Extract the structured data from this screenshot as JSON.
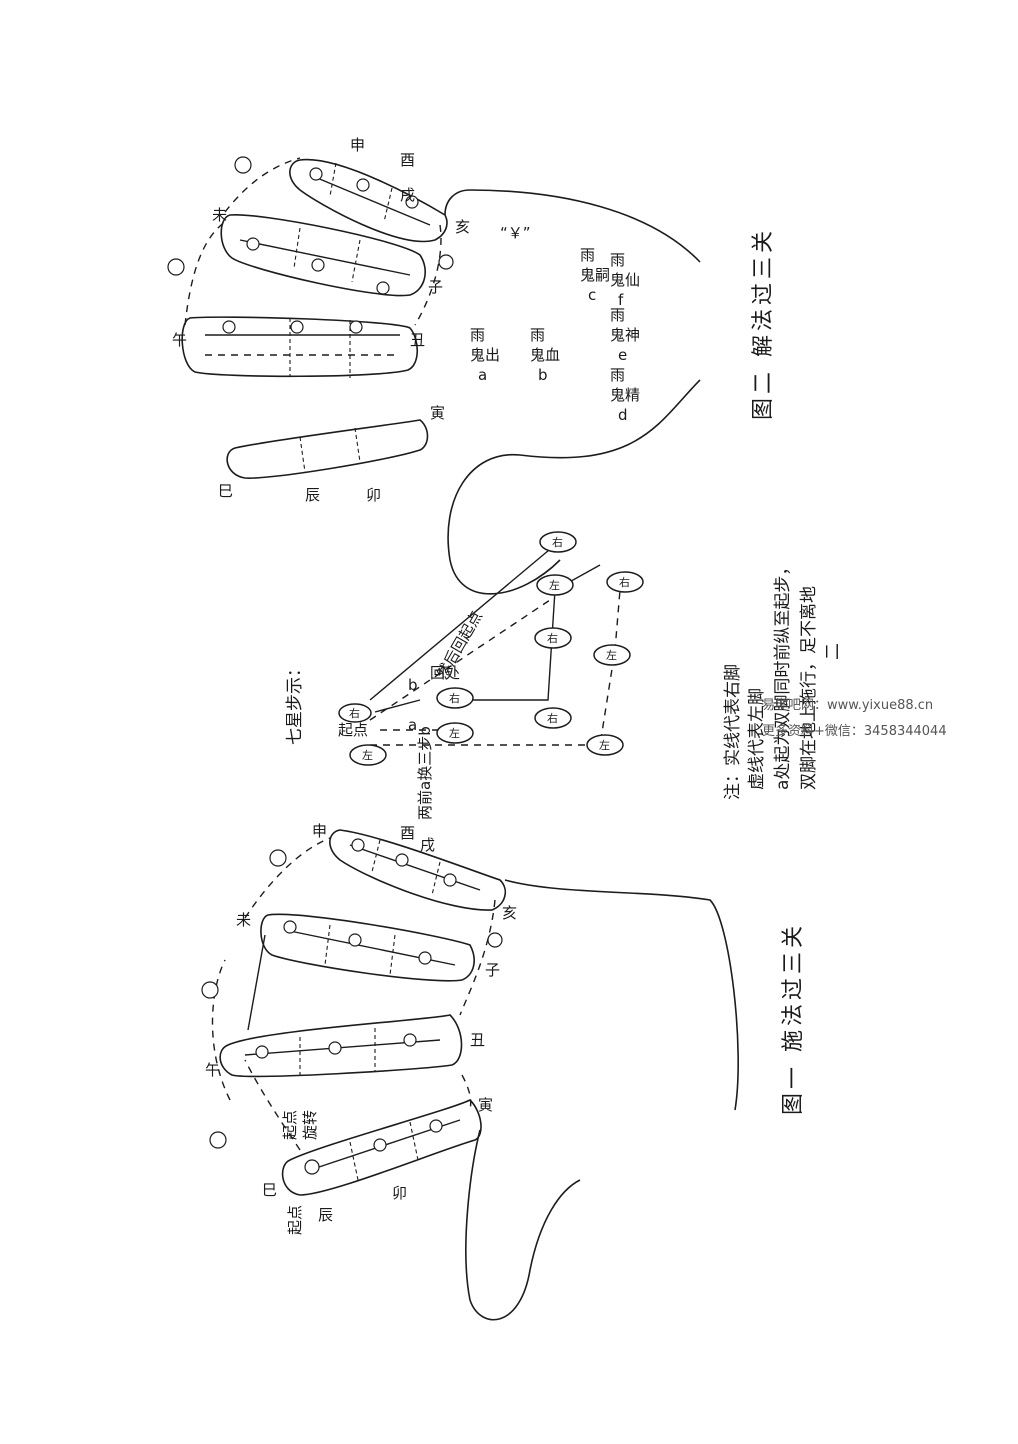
{
  "watermark": {
    "line1": "易学吧网：www.yixue88.cn",
    "line2": "更多资料+微信：3458344044"
  },
  "figure1": {
    "caption": "图一 施法过三关",
    "branches": [
      "巳",
      "午",
      "未",
      "申",
      "酉",
      "戌",
      "亥",
      "子",
      "丑",
      "寅",
      "卯",
      "辰"
    ],
    "start_labels": [
      "起点",
      "旋转",
      "起点"
    ]
  },
  "figure2": {
    "caption": "图二 解法过三关",
    "branches": [
      "巳",
      "午",
      "未",
      "申",
      "酉",
      "戌",
      "亥",
      "子",
      "丑",
      "寅",
      "卯",
      "辰"
    ],
    "ghosts": [
      {
        "top": "雨",
        "bottom": "鬼出",
        "letter": "a"
      },
      {
        "top": "雨",
        "bottom": "鬼血",
        "letter": "b"
      },
      {
        "top": "雨",
        "bottom": "鬼嗣",
        "letter": "c"
      },
      {
        "top": "雨",
        "bottom": "鬼精",
        "letter": "d"
      },
      {
        "top": "雨",
        "bottom": "鬼神",
        "letter": "e"
      },
      {
        "top": "雨",
        "bottom": "鬼仙",
        "letter": "f"
      }
    ],
    "mark": "“￥”"
  },
  "seven_star": {
    "title": "七星步示：",
    "return_label": "然后回起点",
    "start_label": "起点",
    "rebound_label": "回处",
    "letters": [
      "a",
      "b"
    ],
    "left": "左",
    "right": "右",
    "side_note": "两前a换三步b"
  },
  "notes": {
    "line1": "注：实线代表右脚",
    "line2": "虚线代表左脚",
    "line3": "a处起为双脚同时前纵至起步，",
    "line4": "双脚在地上拖行，足不离地",
    "line5": "二"
  }
}
